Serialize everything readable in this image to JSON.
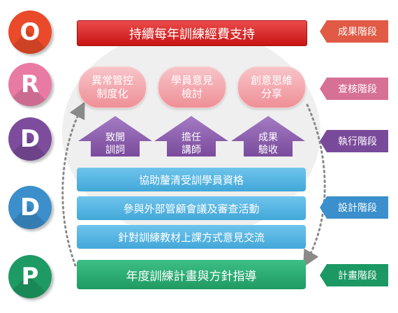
{
  "stages": [
    {
      "letter": "O",
      "tag": "成果階段",
      "color": "#ea4a2a",
      "tag_color": "#e05a45"
    },
    {
      "letter": "R",
      "tag": "查核階段",
      "color": "#e97aa4",
      "tag_color": "#d77095"
    },
    {
      "letter": "D",
      "tag": "執行階段",
      "color": "#7d4c9c",
      "tag_color": "#7a4a9a"
    },
    {
      "letter": "D",
      "tag": "設計階段",
      "color": "#3c8fcb",
      "tag_color": "#3b8fcc"
    },
    {
      "letter": "P",
      "tag": "計畫階段",
      "color": "#1e9a64",
      "tag_color": "#1b9863"
    }
  ],
  "outcome": "持續每年訓練經費支持",
  "review_items": [
    {
      "line1": "異常管控",
      "line2": "制度化"
    },
    {
      "line1": "學員意見",
      "line2": "檢討"
    },
    {
      "line1": "創意思維",
      "line2": "分享"
    }
  ],
  "execution_items": [
    {
      "line1": "致開",
      "line2": "訓詞"
    },
    {
      "line1": "擔任",
      "line2": "講師"
    },
    {
      "line1": "成果",
      "line2": "驗收"
    }
  ],
  "design_items": [
    "協助釐清受訓學員資格",
    "參與外部管顧會議及審查活動",
    "針對訓練教材上課方式意見交流"
  ],
  "plan": "年度訓練計畫與方針指導"
}
